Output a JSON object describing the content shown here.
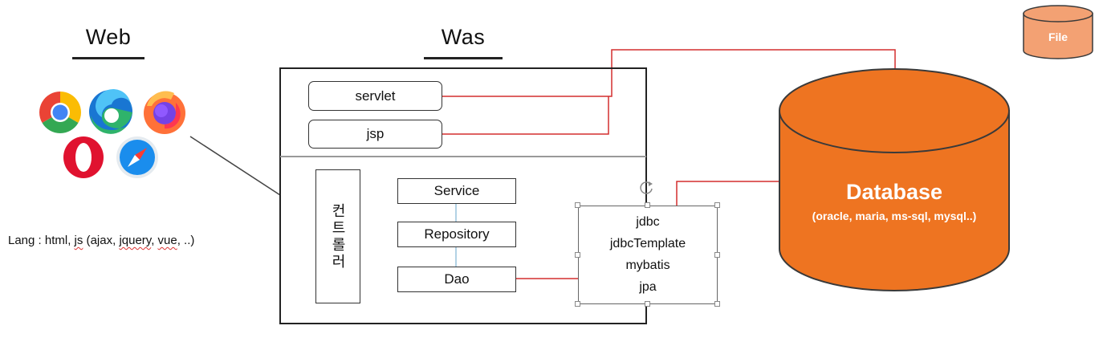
{
  "web": {
    "heading": "Web",
    "browsers": [
      {
        "name": "chrome-icon"
      },
      {
        "name": "edge-icon"
      },
      {
        "name": "firefox-icon"
      },
      {
        "name": "opera-icon"
      },
      {
        "name": "safari-icon"
      }
    ],
    "lang": {
      "prefix": "Lang : html, ",
      "js": "js",
      "open": " (",
      "ajax": "ajax",
      "sep1": ", ",
      "jquery": "jquery",
      "sep2": ", ",
      "vue": "vue",
      "tail": ", ..)"
    }
  },
  "was": {
    "heading": "Was",
    "servlet": "servlet",
    "jsp": "jsp",
    "controller": "컨트롤러",
    "service": "Service",
    "repository": "Repository",
    "dao": "Dao",
    "data_access": [
      "jdbc",
      "jdbcTemplate",
      "mybatis",
      "jpa"
    ]
  },
  "database": {
    "title": "Database",
    "subtitle": "(oracle, maria, ms-sql, mysql..)"
  },
  "file": {
    "label": "File"
  },
  "colors": {
    "wire_red": "#d32f2f",
    "wire_blue": "#7fb3d3",
    "db_orange": "#ee7421",
    "file_orange": "#f3a173"
  }
}
